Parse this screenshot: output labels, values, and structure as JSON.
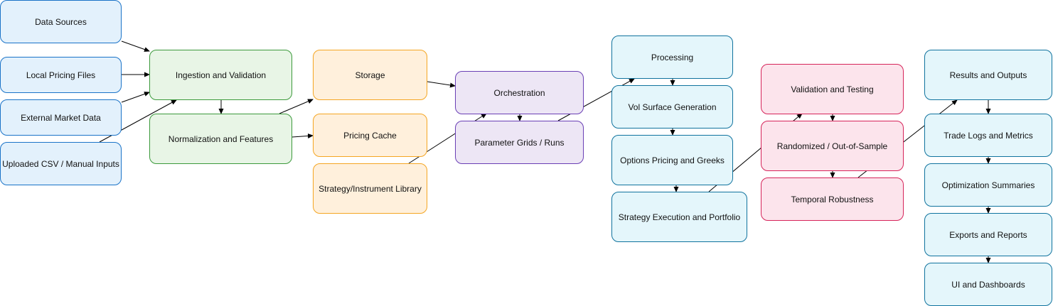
{
  "colors": {
    "source_fill": "#e3f1fc",
    "source_stroke": "#1a73c8",
    "ingest_fill": "#e8f5e6",
    "ingest_stroke": "#3c9a3c",
    "storage_fill": "#fff0dc",
    "storage_stroke": "#f5a623",
    "orch_fill": "#ede6f5",
    "orch_stroke": "#6a3fb5",
    "proc_fill": "#e4f6fb",
    "proc_stroke": "#10739e",
    "valid_fill": "#fce4ec",
    "valid_stroke": "#d6245a",
    "out_fill": "#e4f6fb",
    "out_stroke": "#10739e",
    "edge": "#000000"
  },
  "nodes": {
    "data_sources": "Data Sources",
    "local_pricing": "Local Pricing Files",
    "external_market": "External Market Data",
    "uploaded_csv": "Uploaded CSV / Manual Inputs",
    "ingestion": "Ingestion and Validation",
    "normalization": "Normalization and Features",
    "storage": "Storage",
    "pricing_cache": "Pricing Cache",
    "strategy_library": "Strategy/Instrument Library",
    "orchestration": "Orchestration",
    "parameter_grids": "Parameter Grids / Runs",
    "processing": "Processing",
    "vol_surface": "Vol Surface Generation",
    "options_pricing": "Options Pricing and Greeks",
    "strategy_execution": "Strategy Execution and Portfolio",
    "validation": "Validation and Testing",
    "randomized": "Randomized / Out-of-Sample",
    "temporal": "Temporal Robustness",
    "results": "Results and Outputs",
    "trade_logs": "Trade Logs and Metrics",
    "optimization": "Optimization Summaries",
    "exports": "Exports and Reports",
    "ui_dashboards": "UI and Dashboards"
  },
  "edges": [
    [
      "data_sources",
      "ingestion"
    ],
    [
      "local_pricing",
      "ingestion"
    ],
    [
      "external_market",
      "ingestion"
    ],
    [
      "uploaded_csv",
      "ingestion"
    ],
    [
      "ingestion",
      "normalization"
    ],
    [
      "normalization",
      "storage"
    ],
    [
      "normalization",
      "pricing_cache"
    ],
    [
      "storage",
      "orchestration"
    ],
    [
      "strategy_library",
      "orchestration"
    ],
    [
      "orchestration",
      "parameter_grids"
    ],
    [
      "parameter_grids",
      "processing"
    ],
    [
      "processing",
      "vol_surface"
    ],
    [
      "vol_surface",
      "options_pricing"
    ],
    [
      "options_pricing",
      "strategy_execution"
    ],
    [
      "strategy_execution",
      "validation"
    ],
    [
      "validation",
      "randomized"
    ],
    [
      "randomized",
      "temporal"
    ],
    [
      "temporal",
      "results"
    ],
    [
      "results",
      "trade_logs"
    ],
    [
      "trade_logs",
      "optimization"
    ],
    [
      "optimization",
      "exports"
    ],
    [
      "exports",
      "ui_dashboards"
    ]
  ]
}
